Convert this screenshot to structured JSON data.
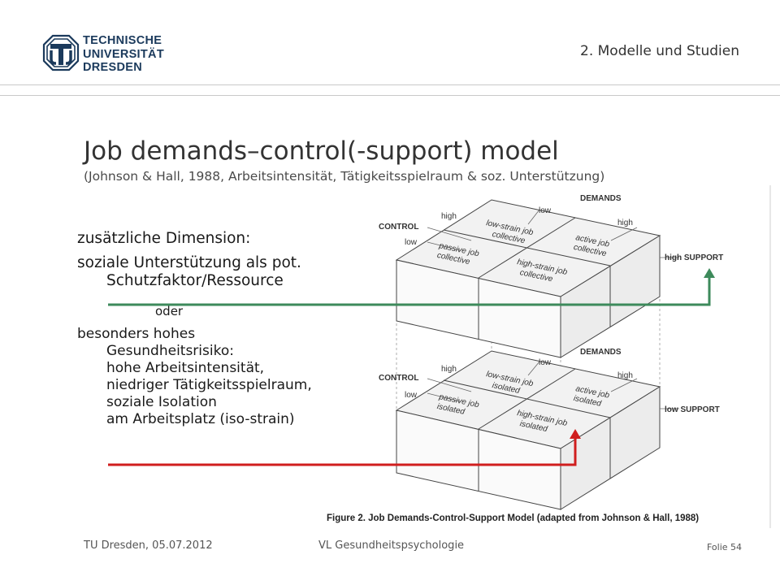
{
  "logo": {
    "line1": "TECHNISCHE",
    "line2": "UNIVERSITÄT",
    "line3": "DRESDEN"
  },
  "header": {
    "section": "2. Modelle und Studien"
  },
  "title": "Job demands–control(-support) model",
  "subtitle": "(Johnson & Hall, 1988, Arbeitsintensität, Tätigkeitsspielraum & soz. Unterstützung)",
  "body": {
    "line1": "zusätzliche Dimension:",
    "line2a": "soziale Unterstützung als pot.",
    "line2b": "Schutzfaktor/Ressource",
    "oder": "oder",
    "line3": [
      "besonders hohes",
      "Gesundheitsrisiko:",
      "hohe Arbeitsintensität,",
      "niedriger Tätigkeitsspielraum,",
      "soziale Isolation",
      "am Arbeitsplatz (iso-strain)"
    ]
  },
  "diagram": {
    "top": {
      "demands": "DEMANDS",
      "control": "CONTROL",
      "support": "high SUPPORT",
      "high_control": "high",
      "low_control": "low",
      "low_demands": "low",
      "high_demands": "high",
      "cell_tl": [
        "low-strain job",
        "collective"
      ],
      "cell_tr": [
        "active job",
        "collective"
      ],
      "cell_bl": [
        "passive job",
        "collective"
      ],
      "cell_br": [
        "high-strain job",
        "collective"
      ]
    },
    "bottom": {
      "demands": "DEMANDS",
      "control": "CONTROL",
      "support": "low SUPPORT",
      "high_control": "high",
      "low_control": "low",
      "low_demands": "low",
      "high_demands": "high",
      "cell_tl": [
        "low-strain job",
        "isolated"
      ],
      "cell_tr": [
        "active job",
        "isolated"
      ],
      "cell_bl": [
        "passive job",
        "isolated"
      ],
      "cell_br": [
        "high-strain job",
        "isolated"
      ]
    },
    "caption": "Figure 2. Job Demands-Control-Support Model (adapted from Johnson & Hall, 1988)",
    "colors": {
      "green_arrow": "#3d8a5b",
      "red_arrow": "#d01e1e"
    }
  },
  "footer": {
    "left": "TU Dresden, 05.07.2012",
    "center": "VL Gesundheitspsychologie",
    "folie_label": "Folie",
    "folie_number": "54"
  }
}
